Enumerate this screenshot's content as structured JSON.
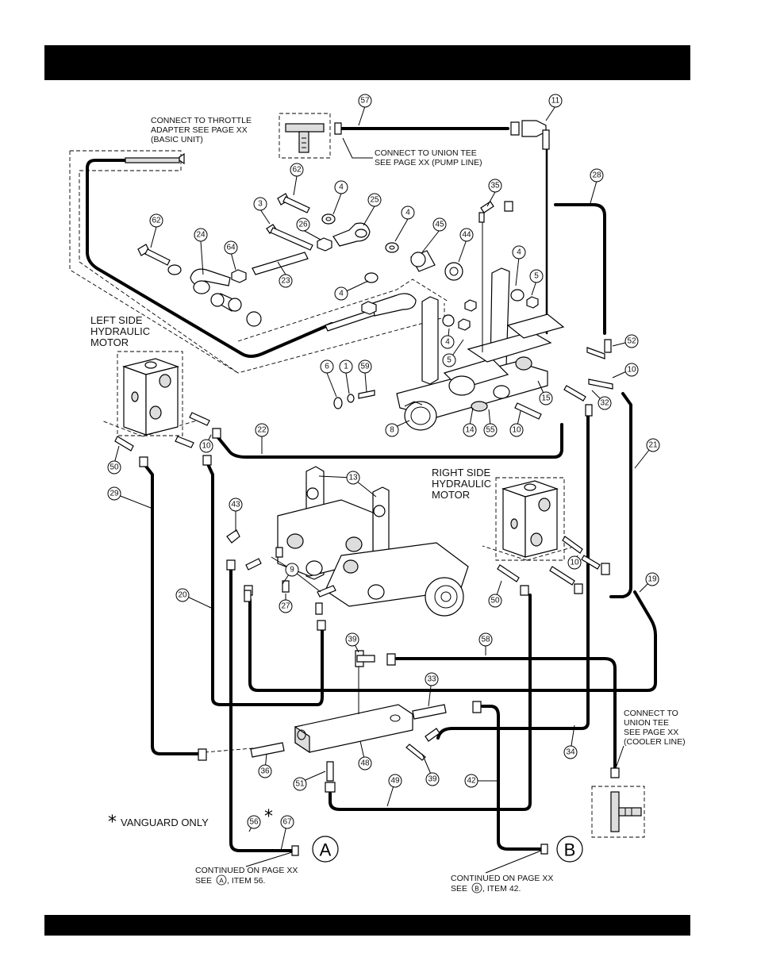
{
  "notes": {
    "throttle": [
      "CONNECT TO THROTTLE",
      "ADAPTER SEE PAGE XX",
      "(BASIC UNIT)"
    ],
    "union_tee_pump": [
      "CONNECT TO UNION TEE",
      "SEE PAGE XX (PUMP LINE)"
    ],
    "left_motor": [
      "LEFT SIDE",
      "HYDRAULIC",
      "MOTOR"
    ],
    "right_motor": [
      "RIGHT SIDE",
      "HYDRAULIC",
      "MOTOR"
    ],
    "union_tee_cooler": [
      "CONNECT TO",
      "UNION TEE",
      "SEE PAGE XX",
      "(COOLER  LINE)"
    ],
    "vanguard": "VANGUARD ONLY",
    "continued_a": [
      "CONTINUED ON PAGE XX",
      "SEE",
      ",  ITEM 56."
    ],
    "continued_b": [
      "CONTINUED ON PAGE XX",
      "SEE",
      ",  ITEM 42."
    ],
    "ref_a": "A",
    "ref_b": "B",
    "asterisk": "*"
  },
  "callouts": [
    {
      "id": "c57",
      "label": "57"
    },
    {
      "id": "c11",
      "label": "11"
    },
    {
      "id": "c62a",
      "label": "62"
    },
    {
      "id": "c4a",
      "label": "4"
    },
    {
      "id": "c25",
      "label": "25"
    },
    {
      "id": "c3",
      "label": "3"
    },
    {
      "id": "c4b",
      "label": "4"
    },
    {
      "id": "c26",
      "label": "26"
    },
    {
      "id": "c45",
      "label": "45"
    },
    {
      "id": "c44",
      "label": "44"
    },
    {
      "id": "c35",
      "label": "35"
    },
    {
      "id": "c28",
      "label": "28"
    },
    {
      "id": "c62b",
      "label": "62"
    },
    {
      "id": "c24",
      "label": "24"
    },
    {
      "id": "c64",
      "label": "64"
    },
    {
      "id": "c23",
      "label": "23"
    },
    {
      "id": "c4c",
      "label": "4"
    },
    {
      "id": "c4d",
      "label": "4"
    },
    {
      "id": "c5a",
      "label": "5"
    },
    {
      "id": "c4e",
      "label": "4"
    },
    {
      "id": "c5b",
      "label": "5"
    },
    {
      "id": "c52",
      "label": "52"
    },
    {
      "id": "c10a",
      "label": "10"
    },
    {
      "id": "c6",
      "label": "6"
    },
    {
      "id": "c1",
      "label": "1"
    },
    {
      "id": "c59",
      "label": "59"
    },
    {
      "id": "c15",
      "label": "15"
    },
    {
      "id": "c32",
      "label": "32"
    },
    {
      "id": "c8",
      "label": "8"
    },
    {
      "id": "c14",
      "label": "14"
    },
    {
      "id": "c55",
      "label": "55"
    },
    {
      "id": "c10b",
      "label": "10"
    },
    {
      "id": "c22",
      "label": "22"
    },
    {
      "id": "c10c",
      "label": "10"
    },
    {
      "id": "c50a",
      "label": "50"
    },
    {
      "id": "c21",
      "label": "21"
    },
    {
      "id": "c29",
      "label": "29"
    },
    {
      "id": "c13",
      "label": "13"
    },
    {
      "id": "c43",
      "label": "43"
    },
    {
      "id": "c9",
      "label": "9"
    },
    {
      "id": "c10d",
      "label": "10"
    },
    {
      "id": "c19",
      "label": "19"
    },
    {
      "id": "c20",
      "label": "20"
    },
    {
      "id": "c27",
      "label": "27"
    },
    {
      "id": "c50b",
      "label": "50"
    },
    {
      "id": "c39a",
      "label": "39"
    },
    {
      "id": "c58",
      "label": "58"
    },
    {
      "id": "c33",
      "label": "33"
    },
    {
      "id": "c36",
      "label": "36"
    },
    {
      "id": "c48",
      "label": "48"
    },
    {
      "id": "c39b",
      "label": "39"
    },
    {
      "id": "c34",
      "label": "34"
    },
    {
      "id": "c51",
      "label": "51"
    },
    {
      "id": "c49",
      "label": "49"
    },
    {
      "id": "c42",
      "label": "42"
    },
    {
      "id": "c56",
      "label": "56"
    },
    {
      "id": "c67",
      "label": "67"
    }
  ]
}
